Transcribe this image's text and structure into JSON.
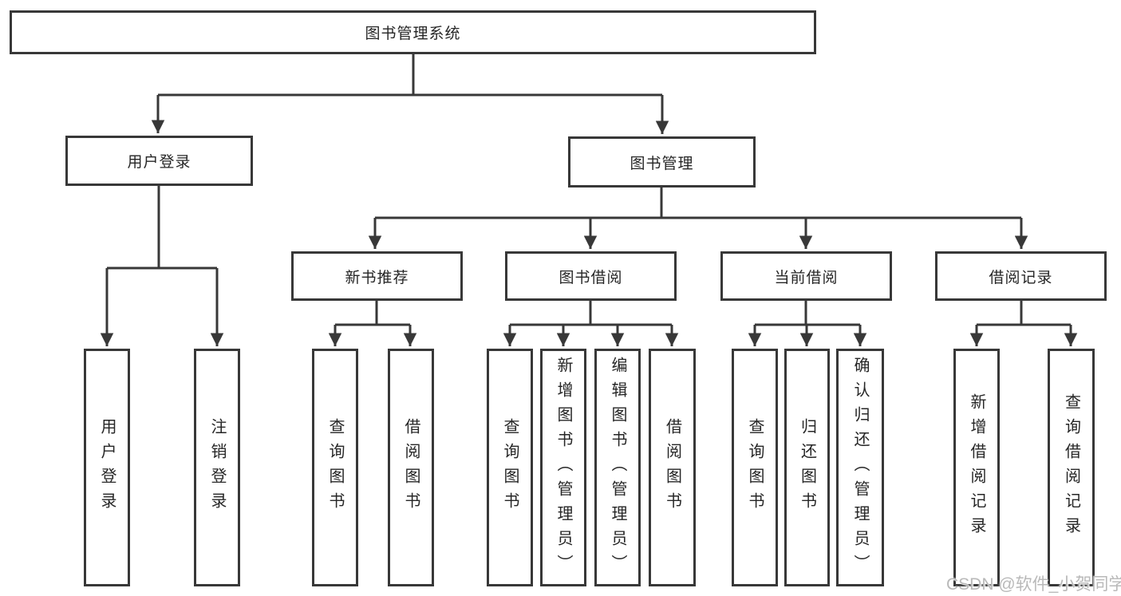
{
  "diagram": {
    "title_node": "图书管理系统",
    "level1": [
      "用户登录",
      "图书管理"
    ],
    "level2": [
      "新书推荐",
      "图书借阅",
      "当前借阅",
      "借阅记录"
    ],
    "level3": {
      "user_login": [
        "用户登录",
        "注销登录"
      ],
      "new_book_rec": [
        "查询图书",
        "借阅图书"
      ],
      "book_borrow": [
        "查询图书",
        "新增图书（管理员）",
        "编辑图书（管理员）",
        "借阅图书"
      ],
      "current_borrow": [
        "查询图书",
        "归还图书",
        "确认归还（管理员）"
      ],
      "borrow_record": [
        "新增借阅记录",
        "查询借阅记录"
      ]
    }
  },
  "watermark": "CSDN @软件_小贺同学",
  "colors": {
    "line": "#383838",
    "box_border": "#383838",
    "text": "#262626",
    "watermark": "#b9b9b9",
    "background": "#ffffff"
  }
}
